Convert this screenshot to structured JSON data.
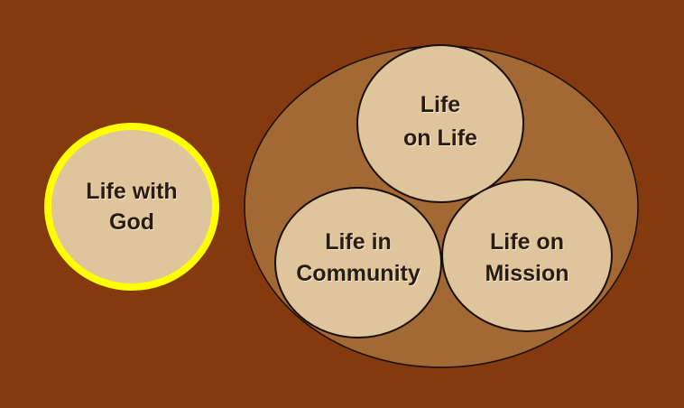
{
  "colors": {
    "background": "#84390e",
    "container_fill": "#a36934",
    "circle_fill": "#dfc59b",
    "god_ring": "#ffff00",
    "text": "#2b1a0e"
  },
  "life_with_god": {
    "line1": "Life with",
    "line2": "God"
  },
  "life_on_life": {
    "line1": "Life",
    "line2": "on Life"
  },
  "life_in_community": {
    "line1": "Life in",
    "line2": "Community"
  },
  "life_on_mission": {
    "line1": "Life on",
    "line2": "Mission"
  }
}
